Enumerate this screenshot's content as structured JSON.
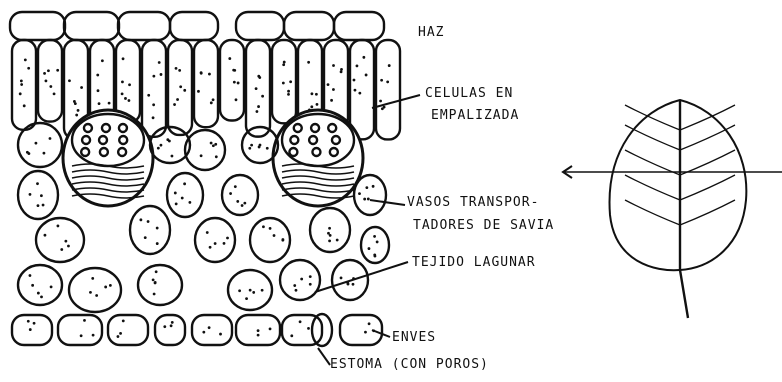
{
  "labels": {
    "haz": "HAZ",
    "celulas_line1": "CELULAS EN",
    "celulas_line2": "EMPALIZADA",
    "vasos_line1": "VASOS TRANSPOR-",
    "vasos_line2": "TADORES DE SAVIA",
    "tejido": "TEJIDO LAGUNAR",
    "enves": "ENVES",
    "estoma": "ESTOMA (CON POROS)"
  },
  "colors": {
    "ink": "#111111",
    "paper": "#ffffff"
  }
}
